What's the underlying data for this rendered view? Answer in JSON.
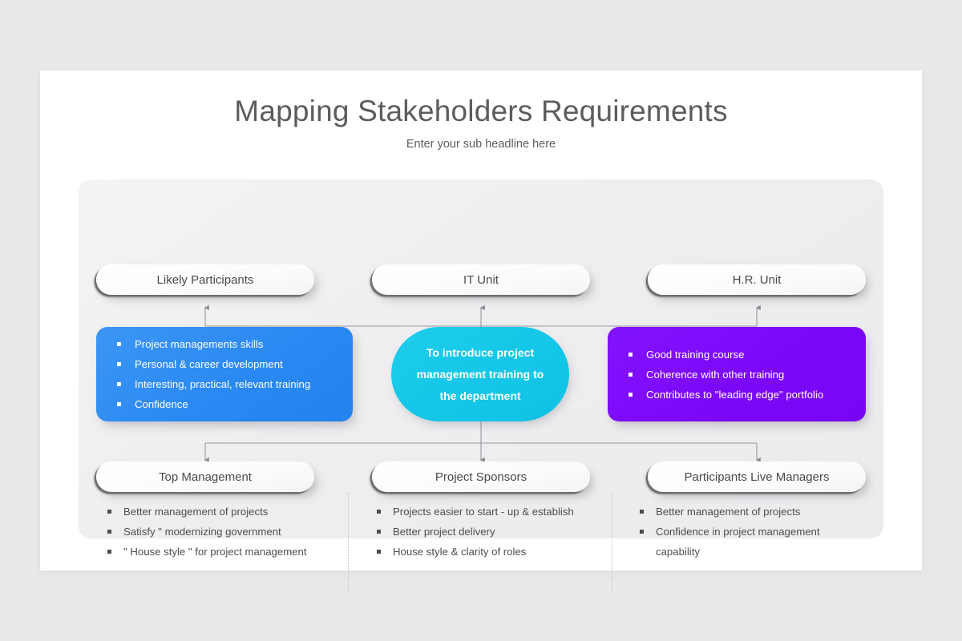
{
  "slide": {
    "title": "Mapping Stakeholders Requirements",
    "subtitle": "Enter your sub headline here"
  },
  "colors": {
    "blue": "#2a89f2",
    "cyan": "#14c6e7",
    "purple": "#7c07f8",
    "panel_bg": "#efeff1",
    "slide_bg": "#ffffff",
    "canvas_bg": "#e9e9eb",
    "title_text": "#5c5c5c",
    "body_text": "#4d4d4d",
    "connector": "#9a9a9e"
  },
  "top_pills": [
    {
      "label": "Likely Participants"
    },
    {
      "label": "IT Unit"
    },
    {
      "label": "H.R. Unit"
    }
  ],
  "bottom_pills": [
    {
      "label": "Top Management"
    },
    {
      "label": "Project Sponsors"
    },
    {
      "label": "Participants Live Managers"
    }
  ],
  "boxes": {
    "blue": {
      "bullets": [
        "Project managements skills",
        "Personal & career development",
        "Interesting, practical, relevant training",
        "Confidence"
      ]
    },
    "center": {
      "lines": [
        "To introduce project",
        "management training to",
        "the department"
      ]
    },
    "purple": {
      "bullets": [
        "Good training course",
        "Coherence with other training",
        "Contributes to \"leading edge\" portfolio"
      ]
    }
  },
  "bottom_columns": [
    {
      "bullets": [
        "Better management of projects",
        "Satisfy \" modernizing government",
        "\" House style \" for project management"
      ]
    },
    {
      "bullets": [
        "Projects easier to start - up & establish",
        "Better project delivery",
        "House style & clarity of roles"
      ]
    },
    {
      "bullets": [
        "Better management of projects",
        "Confidence in project management capability"
      ]
    }
  ]
}
